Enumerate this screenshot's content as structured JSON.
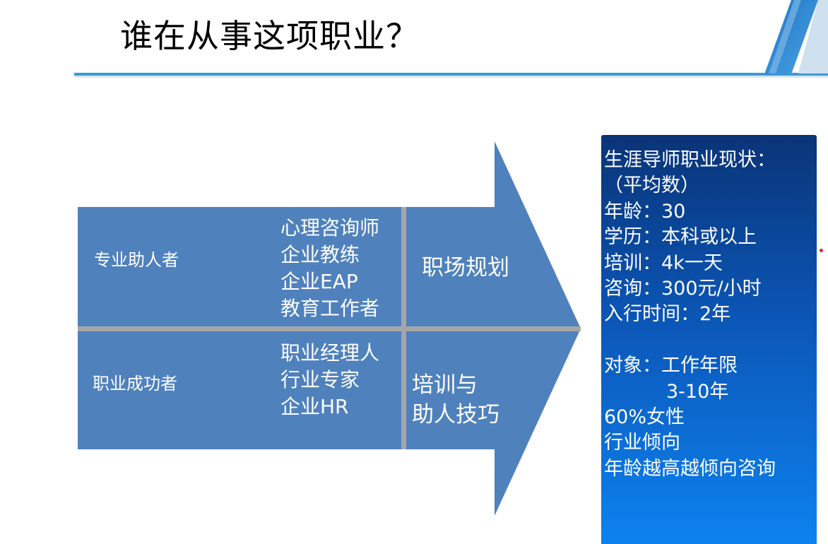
{
  "slide": {
    "title": "谁在从事这项职业？"
  },
  "matrix": {
    "rows": [
      {
        "label": "专业助人者",
        "roles": [
          "心理咨询师",
          "企业教练",
          "企业EAP",
          "教育工作者"
        ],
        "focus": [
          "职场规划"
        ]
      },
      {
        "label": "职业成功者",
        "roles": [
          "职业经理人",
          "行业专家",
          "企业HR"
        ],
        "focus": [
          "培训与",
          "助人技巧"
        ]
      }
    ]
  },
  "status": {
    "lines": [
      "生涯导师职业现状：",
      "（平均数）",
      "年龄：30",
      "学历：本科或以上",
      "培训：4k一天",
      "咨询：300元/小时",
      "入行时间：2年",
      "",
      "对象：工作年限",
      "3-10年",
      "60%女性",
      "行业倾向",
      "年龄越高越倾向咨询"
    ]
  },
  "colors": {
    "accent_rule": "#3c9ad6",
    "arrow_fill": "#4f81bd",
    "divider": "#a6a6a6",
    "panel_top": "#0a3478",
    "panel_bottom": "#0d82ef",
    "dot": "#e0262c"
  }
}
